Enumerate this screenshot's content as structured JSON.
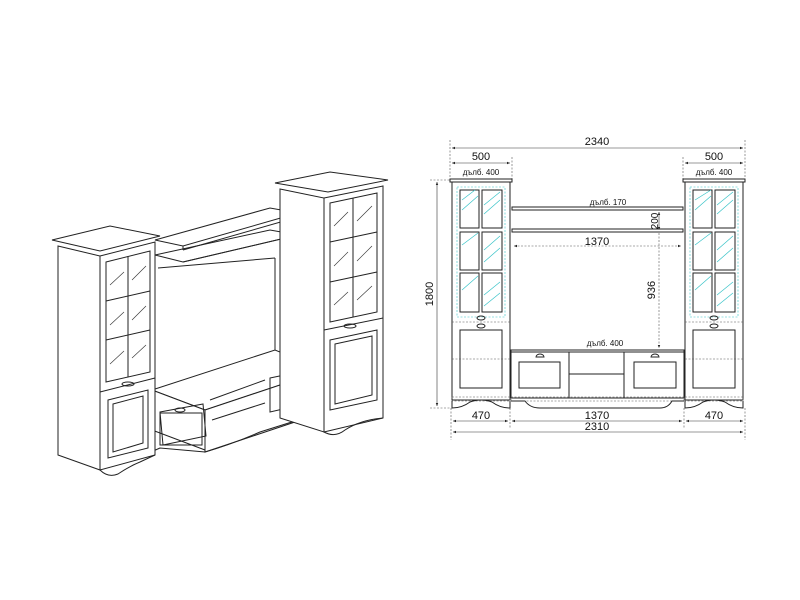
{
  "dimensions": {
    "total_width_top": "2340",
    "left_cabinet_width": "500",
    "right_cabinet_width": "500",
    "left_cabinet_depth": "дълб. 400",
    "right_cabinet_depth": "дълб. 400",
    "shelf_depth": "дълб. 170",
    "shelf_spacing": "200",
    "middle_width": "1370",
    "middle_height": "936",
    "tv_stand_depth": "дълб. 400",
    "total_height": "1800",
    "left_base_width": "470",
    "middle_base_width": "1370",
    "right_base_width": "470",
    "total_width_bottom": "2310"
  },
  "colors": {
    "line": "#222222",
    "glass": "#37c3c8"
  }
}
